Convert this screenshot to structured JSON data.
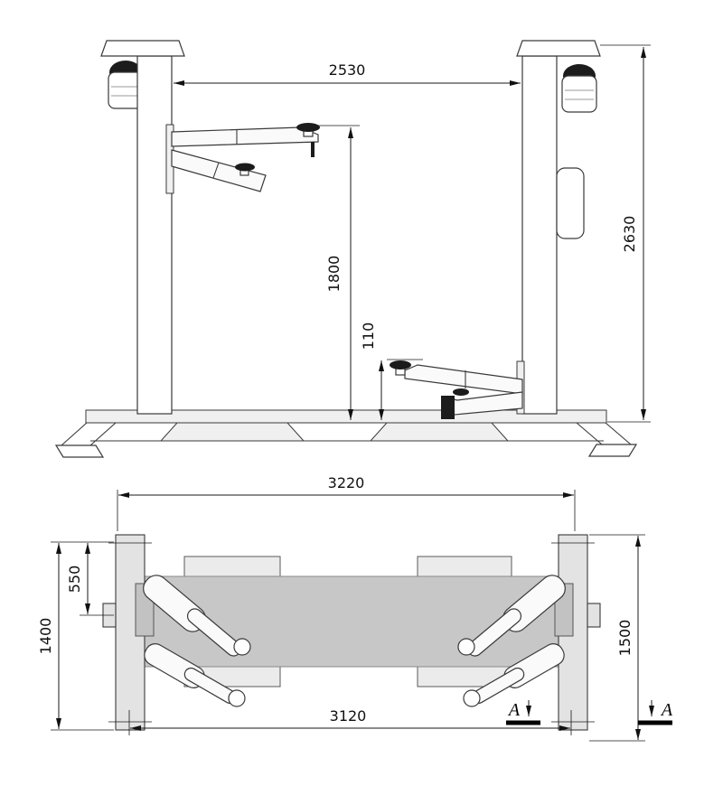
{
  "drawing_colors": {
    "line": "#3a3a3a",
    "floor_fill": "#dcdcdc",
    "band_fill": "#c7c7c7",
    "plate_fill": "#e3e3e3",
    "pad_dark": "#1c1c1c"
  },
  "front_view": {
    "dim_between_columns": "2530",
    "dim_overall_height": "2630",
    "dim_lift_height": "1800",
    "dim_min_pad_height": "110"
  },
  "plan_view": {
    "dim_overall_width": "3220",
    "dim_anchor_spacing": "3120",
    "dim_inner_depth": "1400",
    "dim_overall_depth": "1500",
    "dim_carriage_offset": "550",
    "section_label": "A"
  }
}
